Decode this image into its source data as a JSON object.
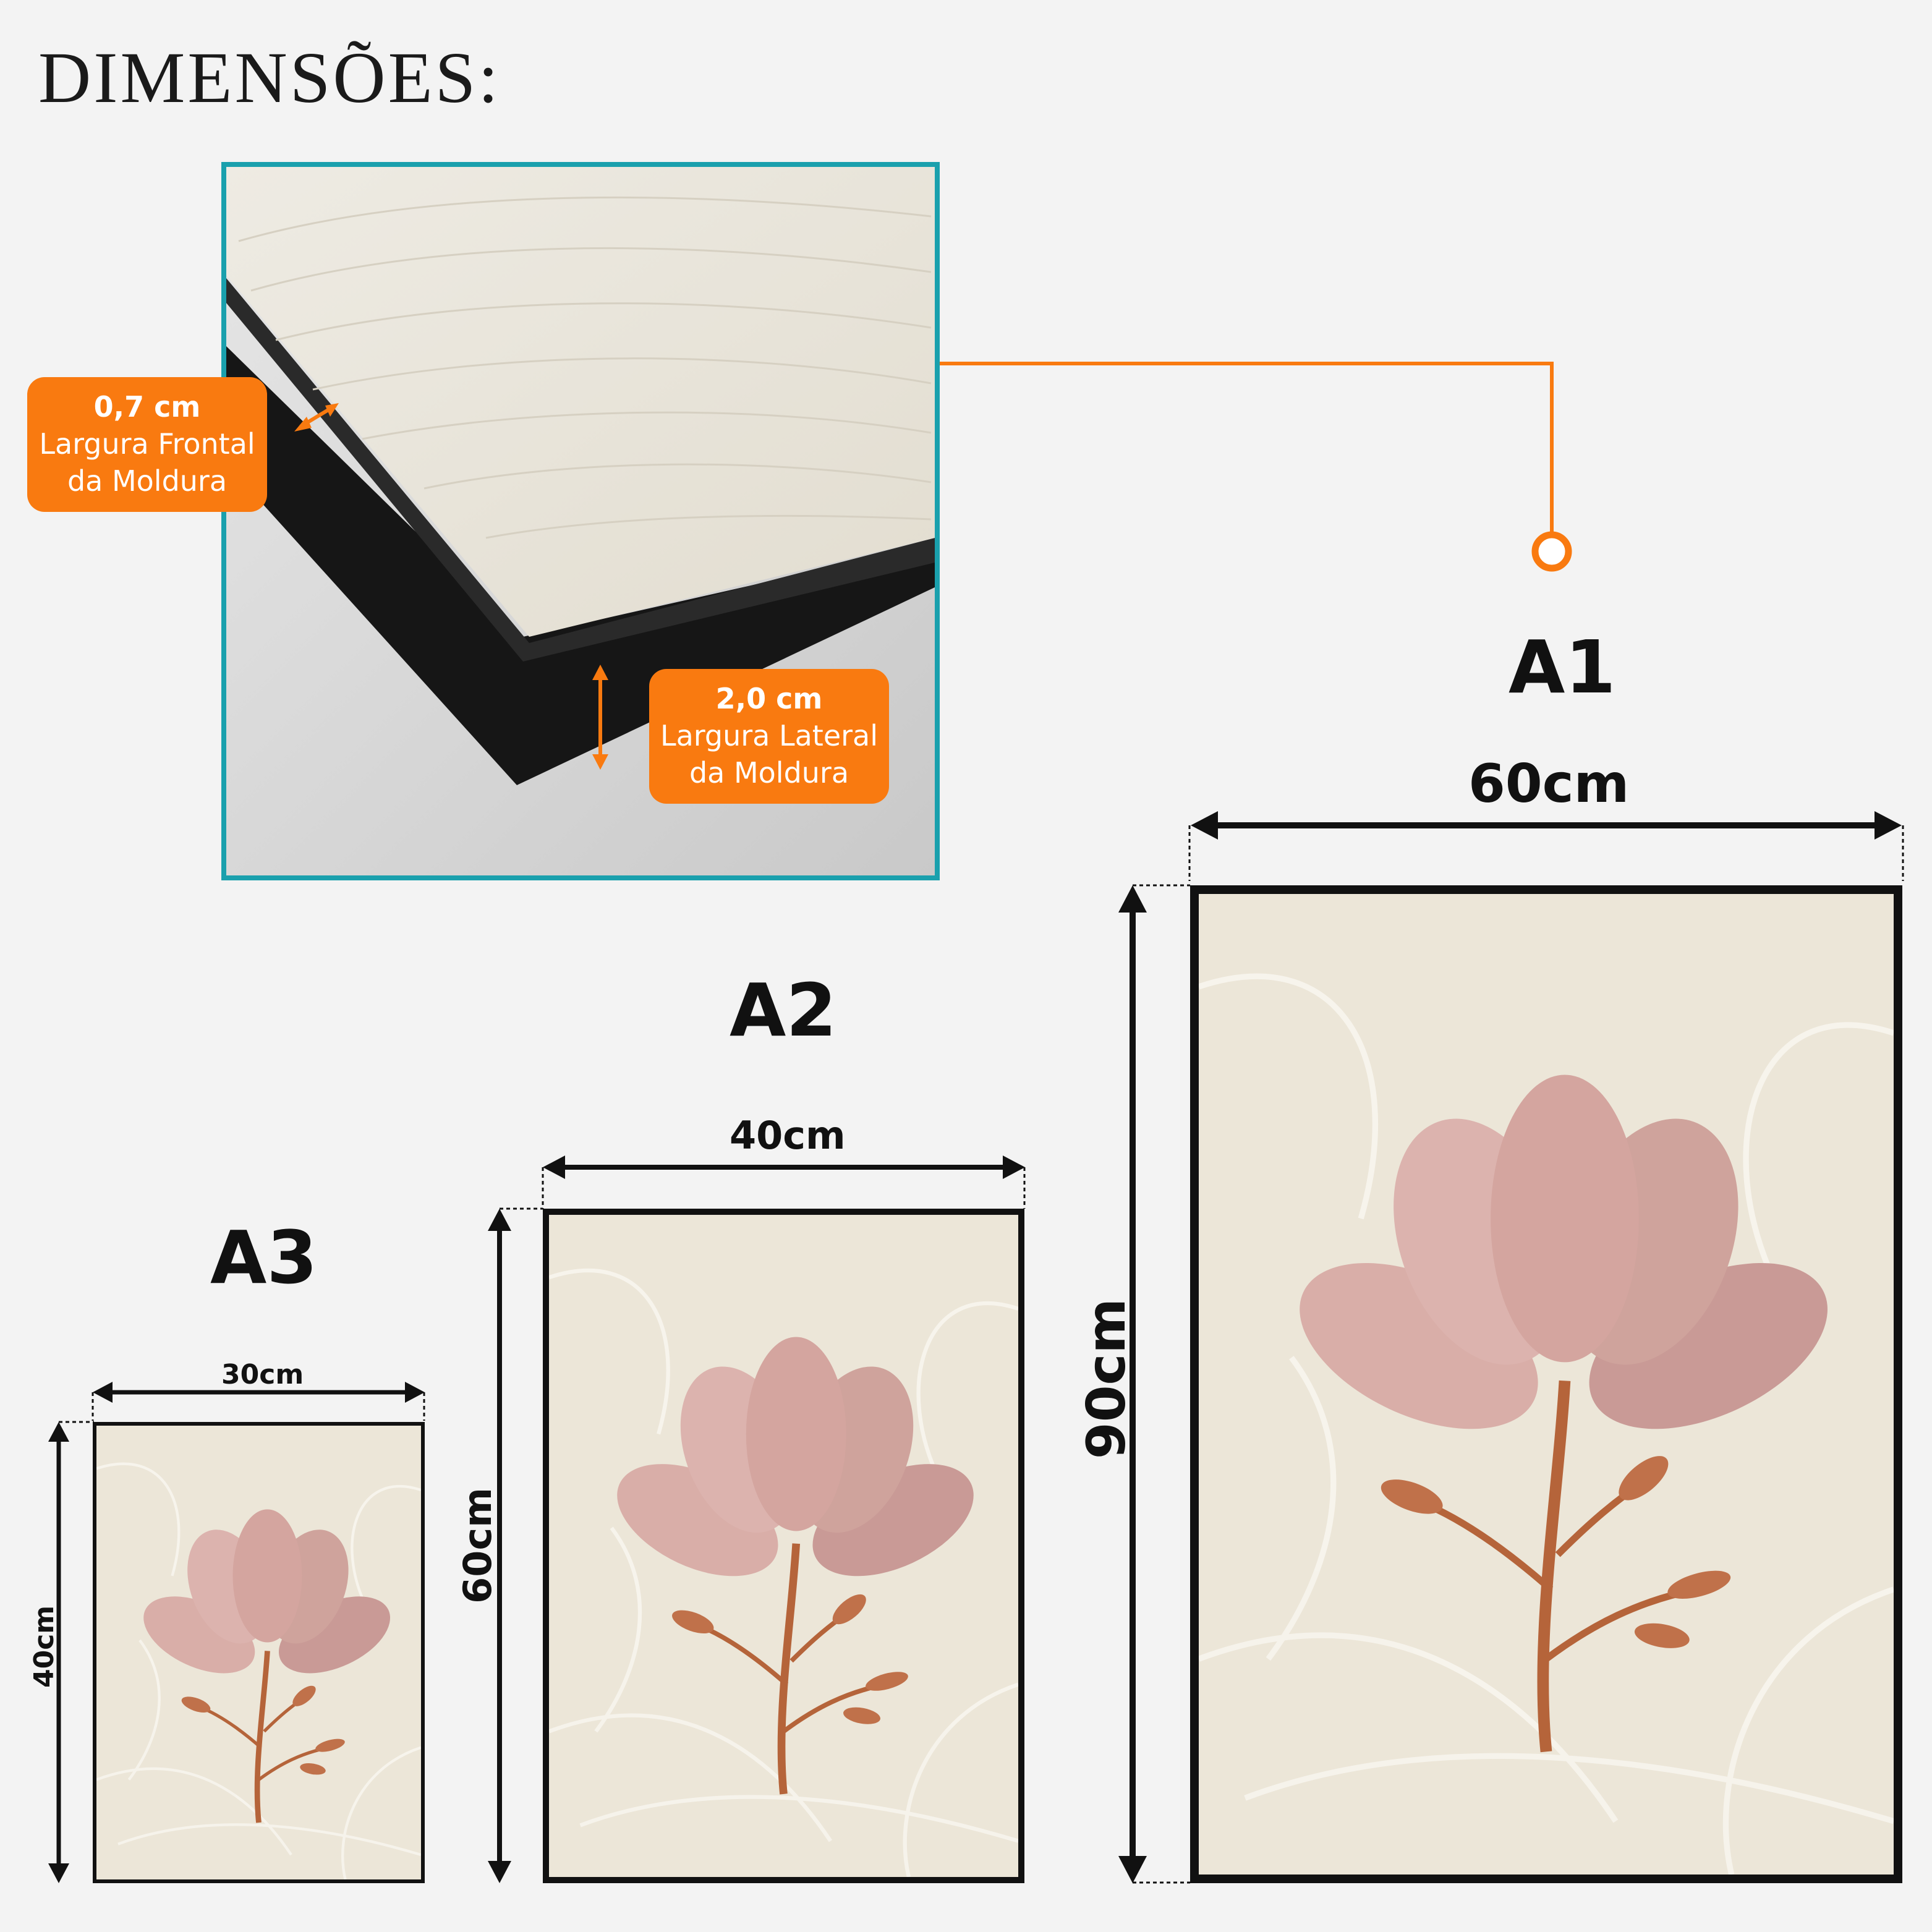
{
  "header": {
    "title": "DIMENSÕES:"
  },
  "detail": {
    "frontal": {
      "value": "0,7 cm",
      "line1": "Largura Frontal",
      "line2": "da Moldura"
    },
    "lateral": {
      "value": "2,0 cm",
      "line1": "Largura Lateral",
      "line2": "da Moldura"
    }
  },
  "sizes": [
    {
      "name": "A3",
      "width": "30cm",
      "height": "40cm"
    },
    {
      "name": "A2",
      "width": "40cm",
      "height": "60cm"
    },
    {
      "name": "A1",
      "width": "60cm",
      "height": "90cm"
    }
  ],
  "colors": {
    "accent": "#f97a10",
    "detail_border": "#1aa0ad",
    "frame": "#111111",
    "canvas": "#ece6d8",
    "petal": "#cfa39c",
    "stem": "#b5643a",
    "background": "#f3f3f3"
  },
  "icons": [
    "double-arrow-icon",
    "connector-circle-icon"
  ]
}
